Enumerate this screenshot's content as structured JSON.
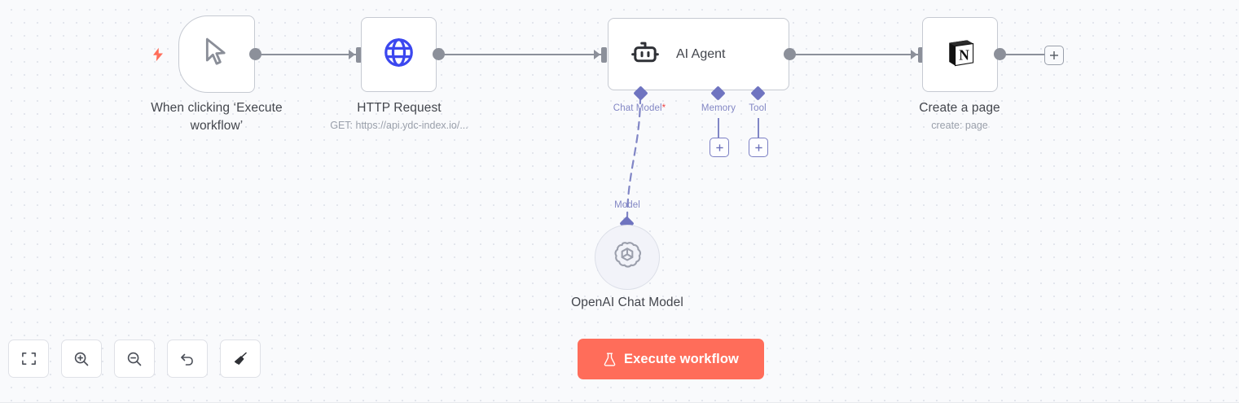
{
  "canvas": {
    "accent_color": "#ff6d5a",
    "sub_connector_color": "#6f74c0",
    "wire_color": "#8c909a"
  },
  "nodes": [
    {
      "id": "trigger",
      "name": "When clicking ‘Execute workflow’",
      "icon": "cursor-icon",
      "subtitle": ""
    },
    {
      "id": "http_request",
      "name": "HTTP Request",
      "icon": "globe-icon",
      "subtitle": "GET: https://api.ydc-index.io/..."
    },
    {
      "id": "ai_agent",
      "name": "AI Agent",
      "icon": "robot-icon",
      "subtitle": ""
    },
    {
      "id": "notion",
      "name": "Create a page",
      "icon": "notion-icon",
      "subtitle": "create: page"
    },
    {
      "id": "openai_chat_model",
      "name": "OpenAI Chat Model",
      "icon": "openai-icon",
      "subtitle": ""
    }
  ],
  "ai_agent_connectors": [
    {
      "id": "chat_model",
      "label": "Chat Model",
      "required": true,
      "required_mark": "*"
    },
    {
      "id": "memory",
      "label": "Memory",
      "required": false,
      "required_mark": ""
    },
    {
      "id": "tool",
      "label": "Tool",
      "required": false,
      "required_mark": ""
    }
  ],
  "model_connector_label": "Model",
  "toolbar": [
    {
      "id": "zoom-to-fit",
      "icon": "fit-view-icon",
      "title": "Zoom to fit"
    },
    {
      "id": "zoom-in",
      "icon": "zoom-in-icon",
      "title": "Zoom in"
    },
    {
      "id": "zoom-out",
      "icon": "zoom-out-icon",
      "title": "Zoom out"
    },
    {
      "id": "reset-zoom",
      "icon": "undo-icon",
      "title": "Reset zoom"
    },
    {
      "id": "tidy-up",
      "icon": "broom-icon",
      "title": "Tidy up workflow"
    }
  ],
  "execute": {
    "label": "Execute workflow",
    "icon": "flask-icon"
  },
  "add_buttons": {
    "end_of_chain": "+",
    "memory": "+",
    "tool": "+"
  }
}
